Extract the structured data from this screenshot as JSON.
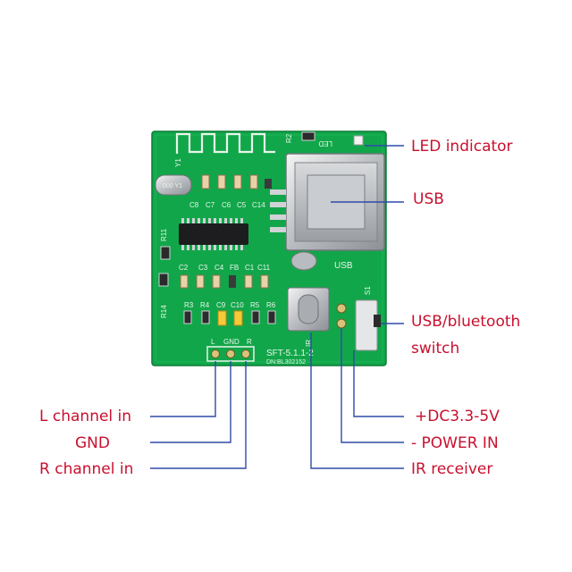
{
  "callouts": {
    "led_indicator": "LED indicator",
    "usb": "USB",
    "usb_bt_switch_line1": "USB/bluetooth",
    "usb_bt_switch_line2": "switch",
    "l_channel_in": "L channel in",
    "gnd": "GND",
    "r_channel_in": "R channel in",
    "dc_power": "+DC3.3-5V",
    "power_in": "- POWER IN",
    "ir_receiver": "IR receiver"
  },
  "silkscreen": {
    "led": "LED",
    "r2": "R2",
    "y1": "Y1",
    "r11": "R11",
    "r14": "R14",
    "c8": "C8",
    "c7": "C7",
    "c6": "C6",
    "c5": "C5",
    "c14": "C14",
    "c2": "C2",
    "c3": "C3",
    "c4": "C4",
    "fb": "FB",
    "c1": "C1",
    "c11": "C11",
    "r3": "R3",
    "r4": "R4",
    "c9": "C9",
    "c10": "C10",
    "r5": "R5",
    "r6": "R6",
    "l": "L",
    "gnd": "GND",
    "r": "R",
    "usb": "USB",
    "s1": "S1",
    "ir": "IR",
    "model": "SFT-5.1.1-2",
    "dn": "DN:BL302152"
  },
  "colors": {
    "pcb": "#12a64a",
    "callout_text": "#c8102e",
    "leader_line": "#2f4aa8"
  }
}
